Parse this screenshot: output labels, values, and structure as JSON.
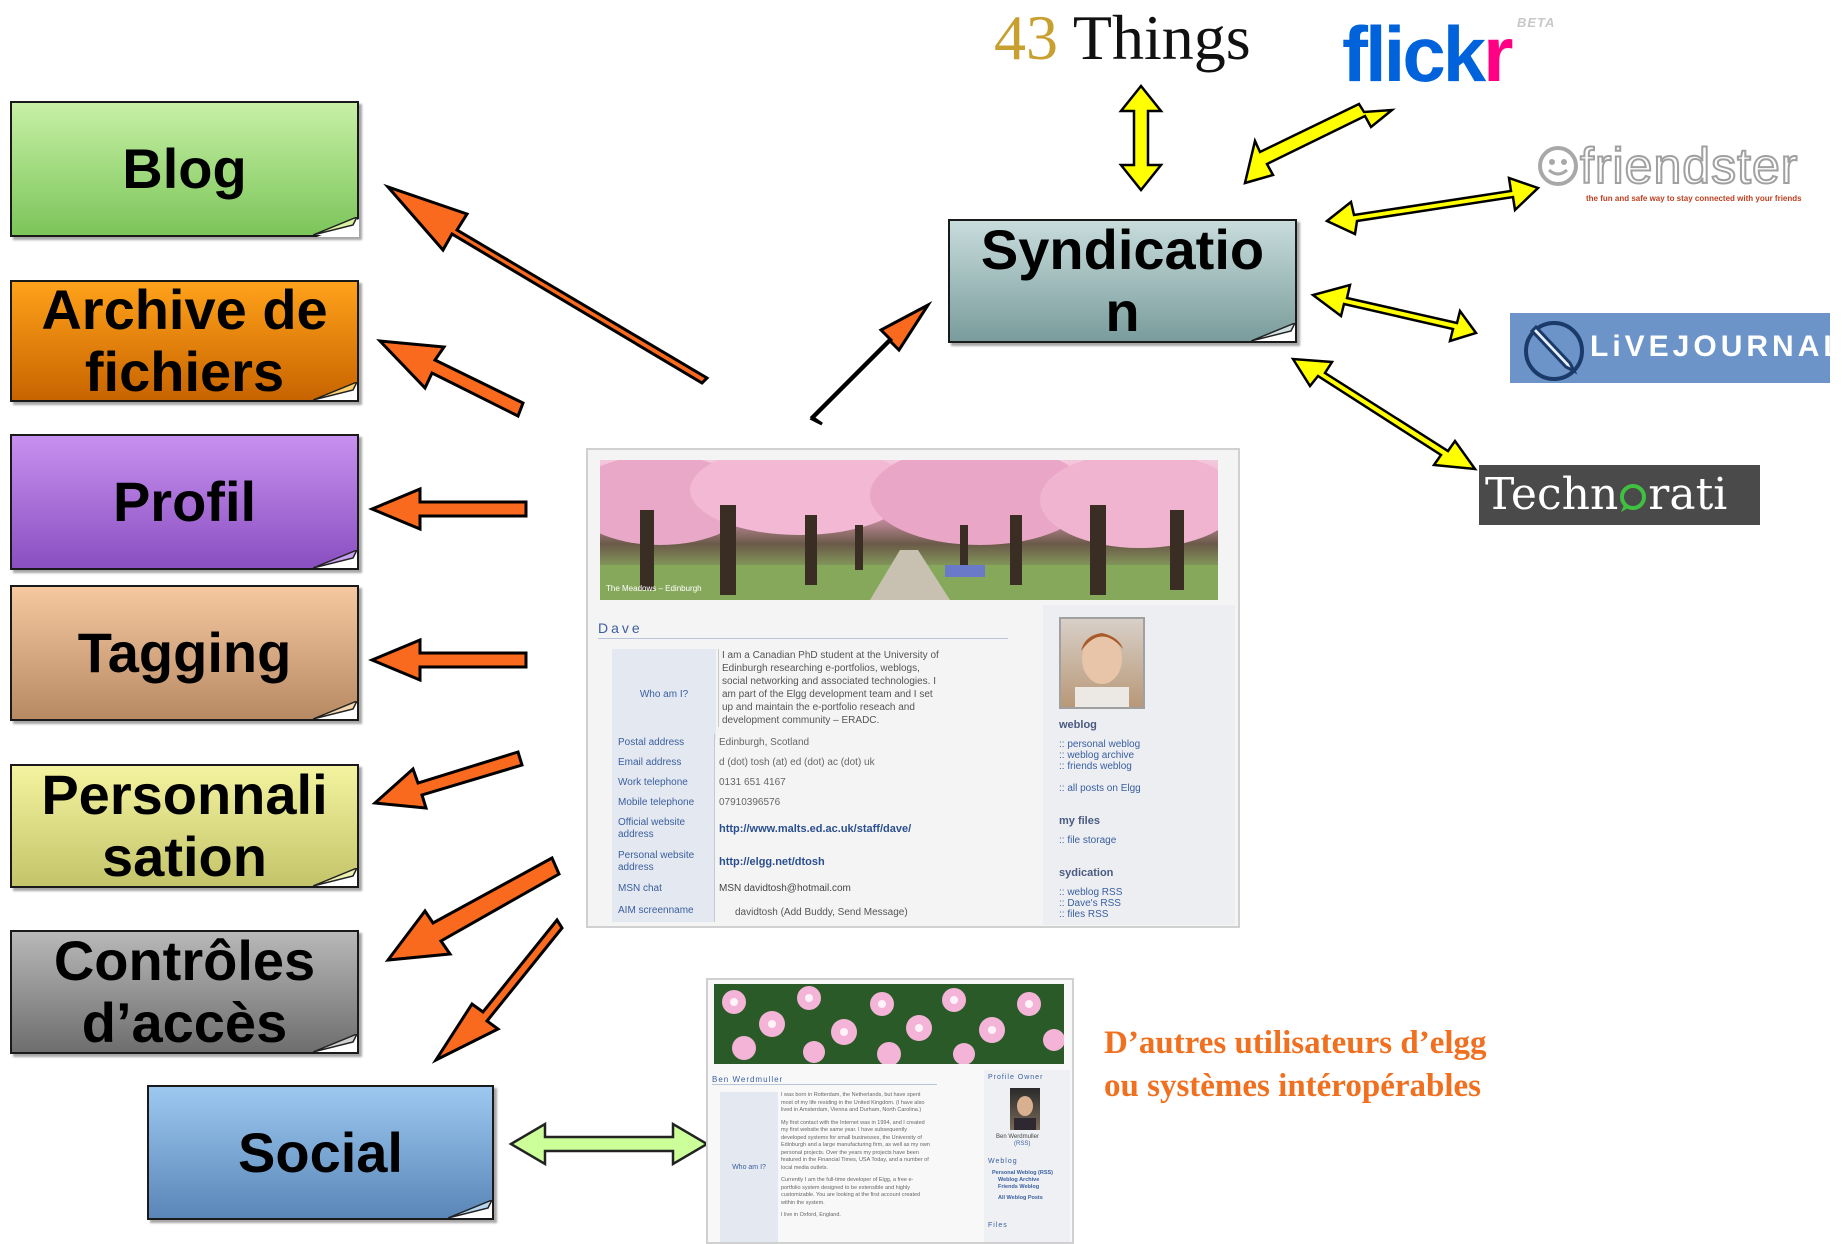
{
  "nodes": {
    "blog": "Blog",
    "archive": [
      "Archive de",
      "fichiers"
    ],
    "profil": "Profil",
    "tagging": "Tagging",
    "personnalisation": [
      "Personnali",
      "sation"
    ],
    "controles": [
      "Contrôles",
      "d’accès"
    ],
    "social": "Social",
    "syndication": [
      "Syndicatio",
      "n"
    ]
  },
  "logos": {
    "things": {
      "num": "43",
      "word": "Things"
    },
    "flickr": {
      "flick": "flick",
      "r": "r",
      "beta": "BETA"
    },
    "friendster": {
      "name": "friendster",
      "tagline": "the fun and safe way to stay connected with your friends"
    },
    "livejournal": "LiVEJOURNAL",
    "technorati": {
      "a": "Techn",
      "b": "rati"
    }
  },
  "note": [
    "D’autres utilisateurs d’elgg",
    "ou systèmes intéropérables"
  ],
  "profile1": {
    "banner_caption": "The Meadows – Edinburgh",
    "name": "Dave",
    "who_label": "Who am I?",
    "who_text": [
      "I am a Canadian PhD student at the University of",
      "Edinburgh researching e-portfolios, weblogs,",
      "social networking and associated technologies. I",
      "am part of the Elgg development team and I set",
      "up and maintain the e-portfolio reseach and",
      "development community – ERADC."
    ],
    "rows": [
      {
        "label": "Postal address",
        "value": "Edinburgh, Scotland"
      },
      {
        "label": "Email address",
        "value": "d (dot) tosh (at) ed (dot) ac (dot) uk"
      },
      {
        "label": "Work telephone",
        "value": "0131 651 4167"
      },
      {
        "label": "Mobile telephone",
        "value": "07910396576"
      },
      {
        "label": "Official website address",
        "value": "http://www.malts.ed.ac.uk/staff/dave/"
      },
      {
        "label": "Personal website address",
        "value": "http://elgg.net/dtosh"
      },
      {
        "label": "MSN chat",
        "value": "MSN davidtosh@hotmail.com"
      },
      {
        "label": "AIM screenname",
        "value": "davidtosh (Add Buddy, Send Message)"
      }
    ],
    "sidebar": {
      "weblog_title": "weblog",
      "weblog_links": [
        ":: personal weblog",
        ":: weblog archive",
        ":: friends weblog"
      ],
      "all_posts": ":: all posts on Elgg",
      "files_title": "my files",
      "files_link": ":: file storage",
      "synd_title": "sydication",
      "synd_links": [
        ":: weblog RSS",
        ":: Dave's RSS",
        ":: files RSS"
      ]
    }
  },
  "profile2": {
    "name": "Ben Werdmuller",
    "owner_title": "Profile Owner",
    "owner_name": "Ben Werdmuller",
    "owner_rss": "(RSS)",
    "who_label": "Who am I?",
    "paragraphs": [
      "I was born in Rotterdam, the Netherlands, but have spent most of my life residing in the United Kingdom. (I have also lived in Amsterdam, Vienna and Durham, North Carolina.)",
      "My first contact with the Internet was in 1994, and I created my first website the same year. I have subsequently developed systems for small businesses, the University of Edinburgh and a large manufacturing firm, as well as my own personal projects. Over the years my projects have been featured in the Financial Times, USA Today, and a number of local media outlets.",
      "Currently I am the full-time developer of Elgg, a free e-portfolio system designed to be extensible and highly customizable. You are looking at the first account created within the system.",
      "I live in Oxford, England."
    ],
    "weblog_title": "Weblog",
    "weblog_links": [
      "Personal Weblog (RSS)",
      "Weblog Archive",
      "Friends Weblog",
      "All Weblog Posts"
    ],
    "files_title": "Files"
  },
  "colors": {
    "orange_arrow": "#fa6a1e",
    "yellow_arrow": "#ffff00",
    "green_arrow": "#ccff99",
    "note": "#f07020"
  }
}
